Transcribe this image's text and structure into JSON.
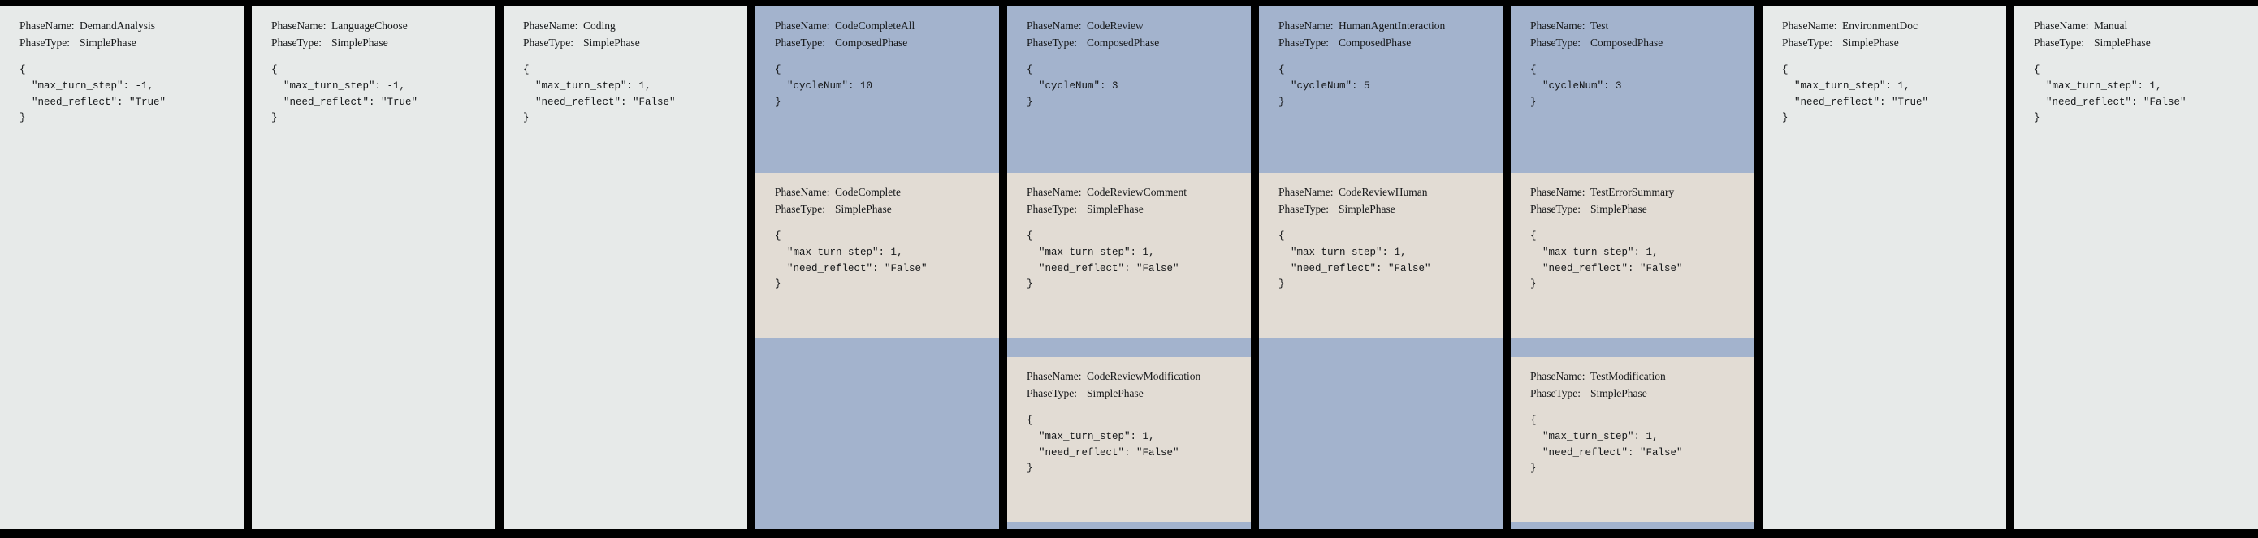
{
  "labels": {
    "phase_name": "PhaseName:",
    "phase_type": "PhaseType:"
  },
  "colors": {
    "page_background": "#000000",
    "simple_phase_bg": "#e7eae9",
    "composed_phase_bg": "#a3b3cd",
    "sub_phase_bg": "#e2dcd4",
    "text": "#16181a"
  },
  "columns": [
    {
      "id": "demand-analysis",
      "kind": "simple",
      "name": "DemandAnalysis",
      "type": "SimplePhase",
      "json": "{\n  \"max_turn_step\": -1,\n  \"need_reflect\": \"True\"\n}",
      "children": []
    },
    {
      "id": "language-choose",
      "kind": "simple",
      "name": "LanguageChoose",
      "type": "SimplePhase",
      "json": "{\n  \"max_turn_step\": -1,\n  \"need_reflect\": \"True\"\n}",
      "children": []
    },
    {
      "id": "coding",
      "kind": "simple",
      "name": "Coding",
      "type": "SimplePhase",
      "json": "{\n  \"max_turn_step\": 1,\n  \"need_reflect\": \"False\"\n}",
      "children": []
    },
    {
      "id": "code-complete-all",
      "kind": "composed",
      "name": "CodeCompleteAll",
      "type": "ComposedPhase",
      "json": "{\n  \"cycleNum\": 10\n}",
      "children": [
        {
          "id": "code-complete",
          "name": "CodeComplete",
          "type": "SimplePhase",
          "json": "{\n  \"max_turn_step\": 1,\n  \"need_reflect\": \"False\"\n}"
        }
      ]
    },
    {
      "id": "code-review",
      "kind": "composed",
      "name": "CodeReview",
      "type": "ComposedPhase",
      "json": "{\n  \"cycleNum\": 3\n}",
      "children": [
        {
          "id": "code-review-comment",
          "name": "CodeReviewComment",
          "type": "SimplePhase",
          "json": "{\n  \"max_turn_step\": 1,\n  \"need_reflect\": \"False\"\n}"
        },
        {
          "id": "code-review-modification",
          "name": "CodeReviewModification",
          "type": "SimplePhase",
          "json": "{\n  \"max_turn_step\": 1,\n  \"need_reflect\": \"False\"\n}"
        }
      ]
    },
    {
      "id": "human-agent-interaction",
      "kind": "composed",
      "name": "HumanAgentInteraction",
      "type": "ComposedPhase",
      "json": "{\n  \"cycleNum\": 5\n}",
      "children": [
        {
          "id": "code-review-human",
          "name": "CodeReviewHuman",
          "type": "SimplePhase",
          "json": "{\n  \"max_turn_step\": 1,\n  \"need_reflect\": \"False\"\n}"
        }
      ]
    },
    {
      "id": "test",
      "kind": "composed",
      "name": "Test",
      "type": "ComposedPhase",
      "json": "{\n  \"cycleNum\": 3\n}",
      "children": [
        {
          "id": "test-error-summary",
          "name": "TestErrorSummary",
          "type": "SimplePhase",
          "json": "{\n  \"max_turn_step\": 1,\n  \"need_reflect\": \"False\"\n}"
        },
        {
          "id": "test-modification",
          "name": "TestModification",
          "type": "SimplePhase",
          "json": "{\n  \"max_turn_step\": 1,\n  \"need_reflect\": \"False\"\n}"
        }
      ]
    },
    {
      "id": "environment-doc",
      "kind": "simple",
      "name": "EnvironmentDoc",
      "type": "SimplePhase",
      "json": "{\n  \"max_turn_step\": 1,\n  \"need_reflect\": \"True\"\n}",
      "children": []
    },
    {
      "id": "manual",
      "kind": "simple",
      "name": "Manual",
      "type": "SimplePhase",
      "json": "{\n  \"max_turn_step\": 1,\n  \"need_reflect\": \"False\"\n}",
      "children": []
    }
  ]
}
